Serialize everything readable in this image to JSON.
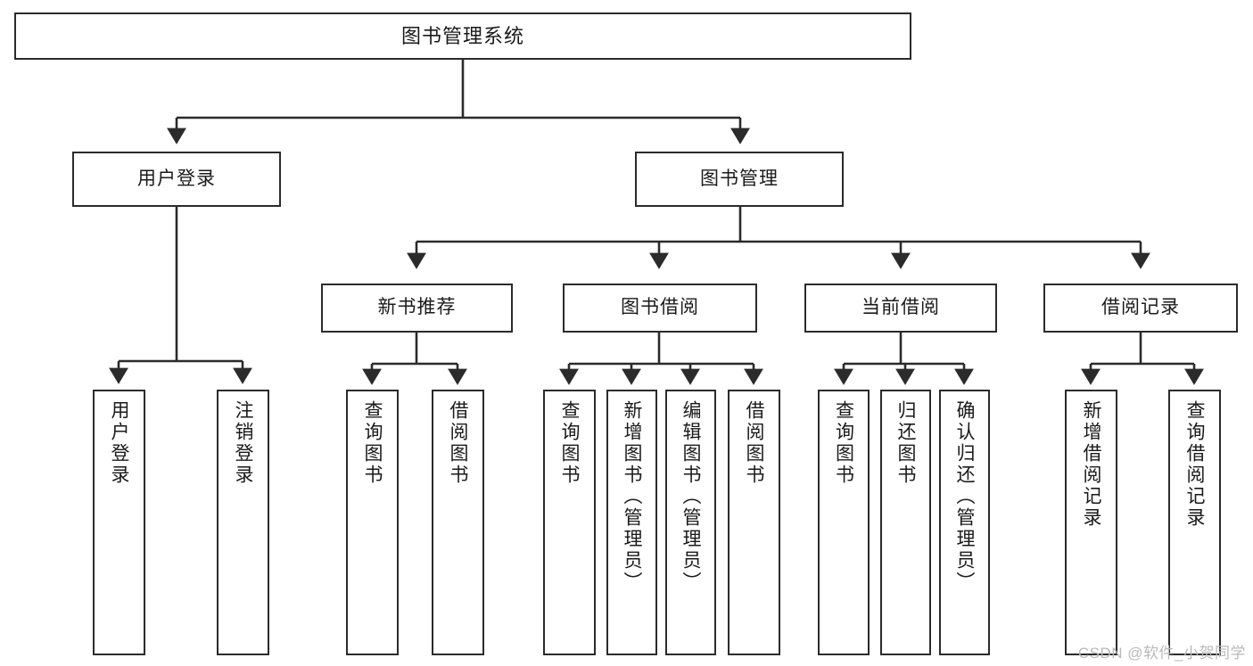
{
  "diagram": {
    "title": "图书管理系统",
    "type": "tree-hierarchy-diagram",
    "colors": {
      "box_border": "#2b2b2b",
      "box_fill": "#ffffff",
      "connector": "#2b2b2b",
      "text": "#1a1a1a",
      "watermark": "#b9b9b9",
      "background": "#ffffff"
    },
    "watermark": "CSDN @软件_小贺同学"
  },
  "nodes": {
    "root": {
      "label": "图书管理系统"
    },
    "level1": [
      {
        "label": "用户登录"
      },
      {
        "label": "图书管理"
      }
    ],
    "level2": [
      {
        "label": "新书推荐"
      },
      {
        "label": "图书借阅"
      },
      {
        "label": "当前借阅"
      },
      {
        "label": "借阅记录"
      }
    ],
    "leaves": {
      "user_login": [
        {
          "label": "用户登录"
        },
        {
          "label": "注销登录"
        }
      ],
      "new_book_recommend": [
        {
          "label": "查询图书"
        },
        {
          "label": "借阅图书"
        }
      ],
      "book_borrow": [
        {
          "label": "查询图书"
        },
        {
          "label": "新增图书（管理员）"
        },
        {
          "label": "编辑图书（管理员）"
        },
        {
          "label": "借阅图书"
        }
      ],
      "current_borrow": [
        {
          "label": "查询图书"
        },
        {
          "label": "归还图书"
        },
        {
          "label": "确认归还（管理员）"
        }
      ],
      "borrow_record": [
        {
          "label": "新增借阅记录"
        },
        {
          "label": "查询借阅记录"
        }
      ]
    }
  }
}
